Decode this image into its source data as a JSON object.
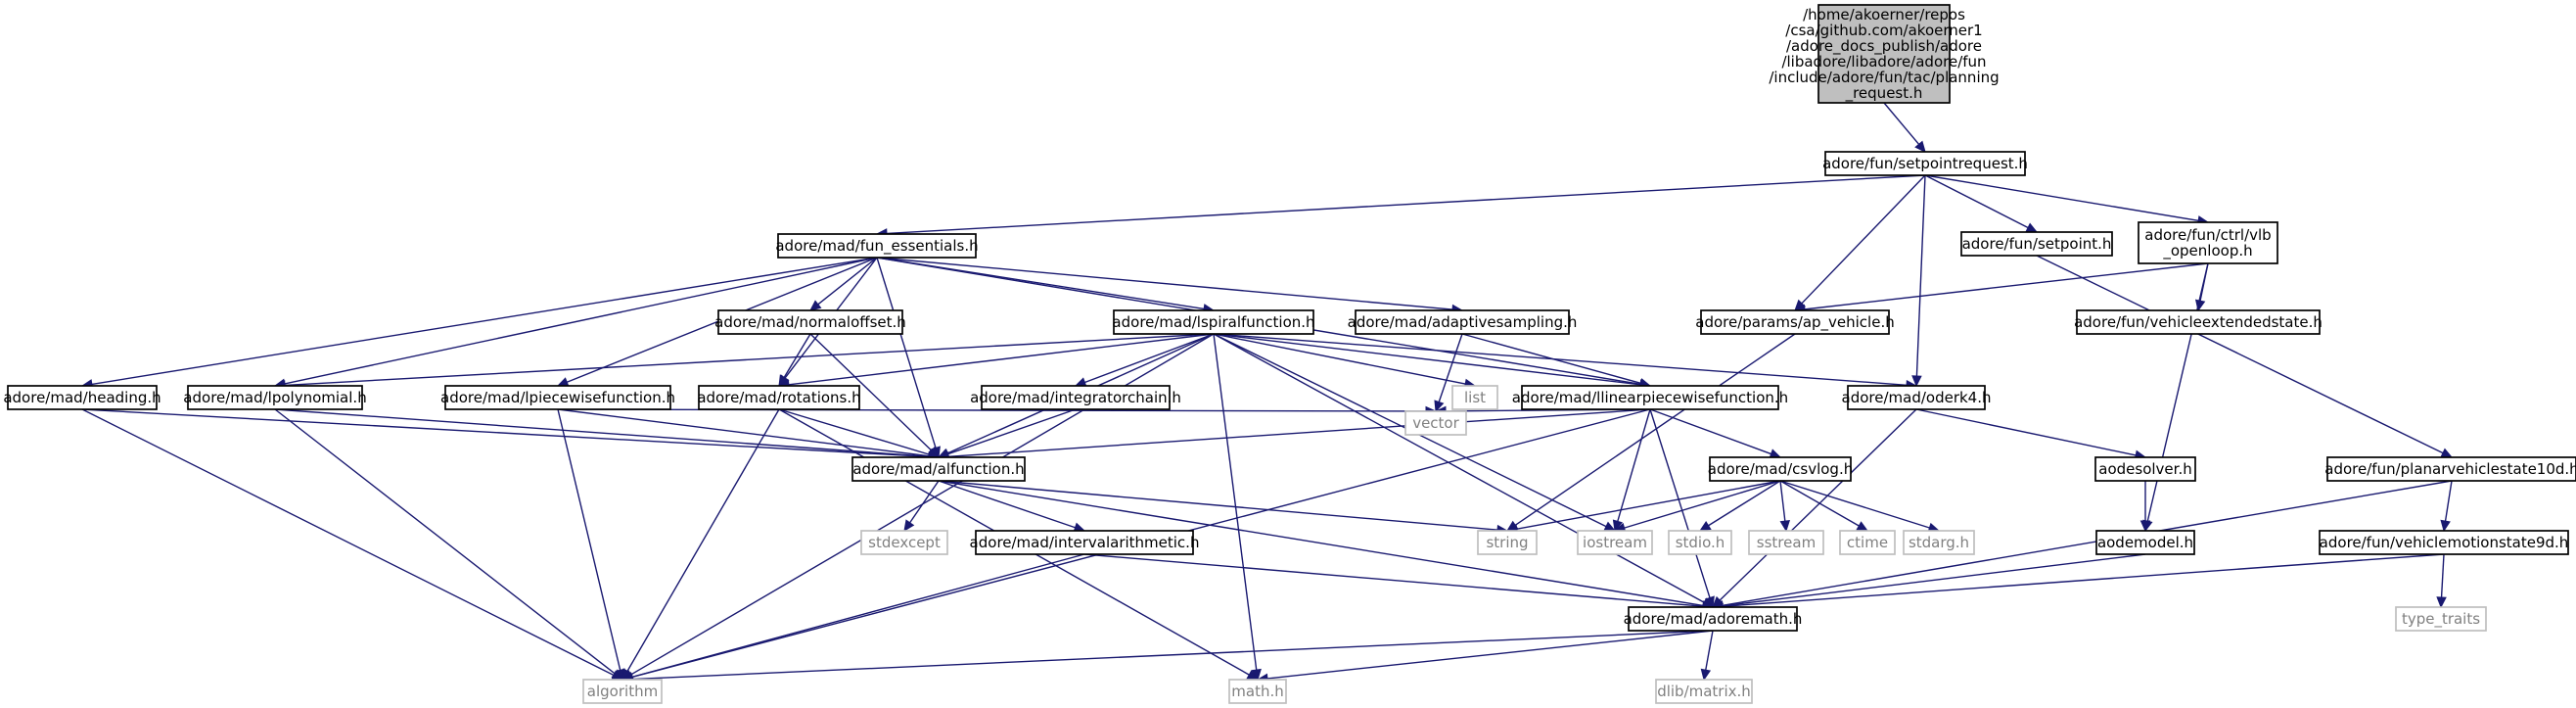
{
  "graph": {
    "colors": {
      "edge": "#191970",
      "root_fill": "#bfbfbf",
      "system_border": "#bfbfbf",
      "system_text": "#808080"
    },
    "nodes": [
      {
        "id": "root",
        "kind": "root",
        "lines": [
          "/home/akoerner/repos",
          "/csa/github.com/akoerner1",
          "/adore_docs_publish/adore",
          "/libadore/libadore/adore/fun",
          "/include/adore/fun/tac/planning",
          "_request.h"
        ]
      },
      {
        "id": "setpointrequest",
        "kind": "local",
        "lines": [
          "adore/fun/setpointrequest.h"
        ]
      },
      {
        "id": "fun_essentials",
        "kind": "local",
        "lines": [
          "adore/mad/fun_essentials.h"
        ]
      },
      {
        "id": "setpoint",
        "kind": "local",
        "lines": [
          "adore/fun/setpoint.h"
        ]
      },
      {
        "id": "vlb_openloop",
        "kind": "local",
        "lines": [
          "adore/fun/ctrl/vlb",
          "_openloop.h"
        ]
      },
      {
        "id": "normaloffset",
        "kind": "local",
        "lines": [
          "adore/mad/normaloffset.h"
        ]
      },
      {
        "id": "lspiralfunction",
        "kind": "local",
        "lines": [
          "adore/mad/lspiralfunction.h"
        ]
      },
      {
        "id": "adaptivesampling",
        "kind": "local",
        "lines": [
          "adore/mad/adaptivesampling.h"
        ]
      },
      {
        "id": "ap_vehicle",
        "kind": "local",
        "lines": [
          "adore/params/ap_vehicle.h"
        ]
      },
      {
        "id": "vehicleextendedstate",
        "kind": "local",
        "lines": [
          "adore/fun/vehicleextendedstate.h"
        ]
      },
      {
        "id": "heading",
        "kind": "local",
        "lines": [
          "adore/mad/heading.h"
        ]
      },
      {
        "id": "lpolynomial",
        "kind": "local",
        "lines": [
          "adore/mad/lpolynomial.h"
        ]
      },
      {
        "id": "lpiecewisefunction",
        "kind": "local",
        "lines": [
          "adore/mad/lpiecewisefunction.h"
        ]
      },
      {
        "id": "rotations",
        "kind": "local",
        "lines": [
          "adore/mad/rotations.h"
        ]
      },
      {
        "id": "integratorchain",
        "kind": "local",
        "lines": [
          "adore/mad/integratorchain.h"
        ]
      },
      {
        "id": "list",
        "kind": "system",
        "lines": [
          "list"
        ]
      },
      {
        "id": "llinearpiecewisefunction",
        "kind": "local",
        "lines": [
          "adore/mad/llinearpiecewisefunction.h"
        ]
      },
      {
        "id": "oderk4",
        "kind": "local",
        "lines": [
          "adore/mad/oderk4.h"
        ]
      },
      {
        "id": "alfunction",
        "kind": "local",
        "lines": [
          "adore/mad/alfunction.h"
        ]
      },
      {
        "id": "vector",
        "kind": "system",
        "lines": [
          "vector"
        ]
      },
      {
        "id": "csvlog",
        "kind": "local",
        "lines": [
          "adore/mad/csvlog.h"
        ]
      },
      {
        "id": "aodesolver",
        "kind": "local",
        "lines": [
          "aodesolver.h"
        ]
      },
      {
        "id": "planarvehiclestate10d",
        "kind": "local",
        "lines": [
          "adore/fun/planarvehiclestate10d.h"
        ]
      },
      {
        "id": "stdexcept",
        "kind": "system",
        "lines": [
          "stdexcept"
        ]
      },
      {
        "id": "intervalarithmetic",
        "kind": "local",
        "lines": [
          "adore/mad/intervalarithmetic.h"
        ]
      },
      {
        "id": "string",
        "kind": "system",
        "lines": [
          "string"
        ]
      },
      {
        "id": "iostream",
        "kind": "system",
        "lines": [
          "iostream"
        ]
      },
      {
        "id": "stdio",
        "kind": "system",
        "lines": [
          "stdio.h"
        ]
      },
      {
        "id": "sstream",
        "kind": "system",
        "lines": [
          "sstream"
        ]
      },
      {
        "id": "ctime",
        "kind": "system",
        "lines": [
          "ctime"
        ]
      },
      {
        "id": "stdarg",
        "kind": "system",
        "lines": [
          "stdarg.h"
        ]
      },
      {
        "id": "aodemodel",
        "kind": "local",
        "lines": [
          "aodemodel.h"
        ]
      },
      {
        "id": "vehiclemotionstate9d",
        "kind": "local",
        "lines": [
          "adore/fun/vehiclemotionstate9d.h"
        ]
      },
      {
        "id": "adoremath",
        "kind": "local",
        "lines": [
          "adore/mad/adoremath.h"
        ]
      },
      {
        "id": "type_traits",
        "kind": "system",
        "lines": [
          "type_traits"
        ]
      },
      {
        "id": "algorithm",
        "kind": "system",
        "lines": [
          "algorithm"
        ]
      },
      {
        "id": "math",
        "kind": "system",
        "lines": [
          "math.h"
        ]
      },
      {
        "id": "dlib_matrix",
        "kind": "system",
        "lines": [
          "dlib/matrix.h"
        ]
      }
    ],
    "edges": [
      [
        "root",
        "setpointrequest"
      ],
      [
        "setpointrequest",
        "fun_essentials"
      ],
      [
        "setpointrequest",
        "setpoint"
      ],
      [
        "setpointrequest",
        "vlb_openloop"
      ],
      [
        "setpointrequest",
        "ap_vehicle"
      ],
      [
        "setpointrequest",
        "oderk4"
      ],
      [
        "fun_essentials",
        "normaloffset"
      ],
      [
        "fun_essentials",
        "lspiralfunction"
      ],
      [
        "fun_essentials",
        "adaptivesampling"
      ],
      [
        "fun_essentials",
        "heading"
      ],
      [
        "fun_essentials",
        "lpolynomial"
      ],
      [
        "fun_essentials",
        "lpiecewisefunction"
      ],
      [
        "fun_essentials",
        "rotations"
      ],
      [
        "fun_essentials",
        "llinearpiecewisefunction"
      ],
      [
        "fun_essentials",
        "alfunction"
      ],
      [
        "normaloffset",
        "rotations"
      ],
      [
        "normaloffset",
        "alfunction"
      ],
      [
        "lspiralfunction",
        "lpolynomial"
      ],
      [
        "lspiralfunction",
        "rotations"
      ],
      [
        "lspiralfunction",
        "integratorchain"
      ],
      [
        "lspiralfunction",
        "llinearpiecewisefunction"
      ],
      [
        "lspiralfunction",
        "oderk4"
      ],
      [
        "lspiralfunction",
        "alfunction"
      ],
      [
        "lspiralfunction",
        "algorithm"
      ],
      [
        "lspiralfunction",
        "math"
      ],
      [
        "lspiralfunction",
        "iostream"
      ],
      [
        "lspiralfunction",
        "adoremath"
      ],
      [
        "lspiralfunction",
        "list"
      ],
      [
        "adaptivesampling",
        "llinearpiecewisefunction"
      ],
      [
        "adaptivesampling",
        "vector"
      ],
      [
        "setpoint",
        "planarvehiclestate10d"
      ],
      [
        "vlb_openloop",
        "ap_vehicle"
      ],
      [
        "vlb_openloop",
        "vehicleextendedstate"
      ],
      [
        "vlb_openloop",
        "aodemodel"
      ],
      [
        "ap_vehicle",
        "string"
      ],
      [
        "heading",
        "alfunction"
      ],
      [
        "heading",
        "algorithm"
      ],
      [
        "lpolynomial",
        "alfunction"
      ],
      [
        "lpolynomial",
        "algorithm"
      ],
      [
        "lpiecewisefunction",
        "alfunction"
      ],
      [
        "lpiecewisefunction",
        "algorithm"
      ],
      [
        "lpiecewisefunction",
        "vector"
      ],
      [
        "rotations",
        "alfunction"
      ],
      [
        "rotations",
        "algorithm"
      ],
      [
        "rotations",
        "math"
      ],
      [
        "integratorchain",
        "alfunction"
      ],
      [
        "llinearpiecewisefunction",
        "alfunction"
      ],
      [
        "llinearpiecewisefunction",
        "vector"
      ],
      [
        "llinearpiecewisefunction",
        "csvlog"
      ],
      [
        "llinearpiecewisefunction",
        "iostream"
      ],
      [
        "llinearpiecewisefunction",
        "adoremath"
      ],
      [
        "llinearpiecewisefunction",
        "algorithm"
      ],
      [
        "oderk4",
        "aodesolver"
      ],
      [
        "oderk4",
        "adoremath"
      ],
      [
        "alfunction",
        "stdexcept"
      ],
      [
        "alfunction",
        "intervalarithmetic"
      ],
      [
        "alfunction",
        "string"
      ],
      [
        "alfunction",
        "adoremath"
      ],
      [
        "csvlog",
        "string"
      ],
      [
        "csvlog",
        "iostream"
      ],
      [
        "csvlog",
        "stdio"
      ],
      [
        "csvlog",
        "sstream"
      ],
      [
        "csvlog",
        "ctime"
      ],
      [
        "csvlog",
        "stdarg"
      ],
      [
        "aodesolver",
        "aodemodel"
      ],
      [
        "planarvehiclestate10d",
        "vehiclemotionstate9d"
      ],
      [
        "planarvehiclestate10d",
        "adoremath"
      ],
      [
        "intervalarithmetic",
        "adoremath"
      ],
      [
        "intervalarithmetic",
        "algorithm"
      ],
      [
        "aodemodel",
        "adoremath"
      ],
      [
        "vehiclemotionstate9d",
        "adoremath"
      ],
      [
        "vehiclemotionstate9d",
        "type_traits"
      ],
      [
        "adoremath",
        "algorithm"
      ],
      [
        "adoremath",
        "math"
      ],
      [
        "adoremath",
        "dlib_matrix"
      ]
    ]
  }
}
